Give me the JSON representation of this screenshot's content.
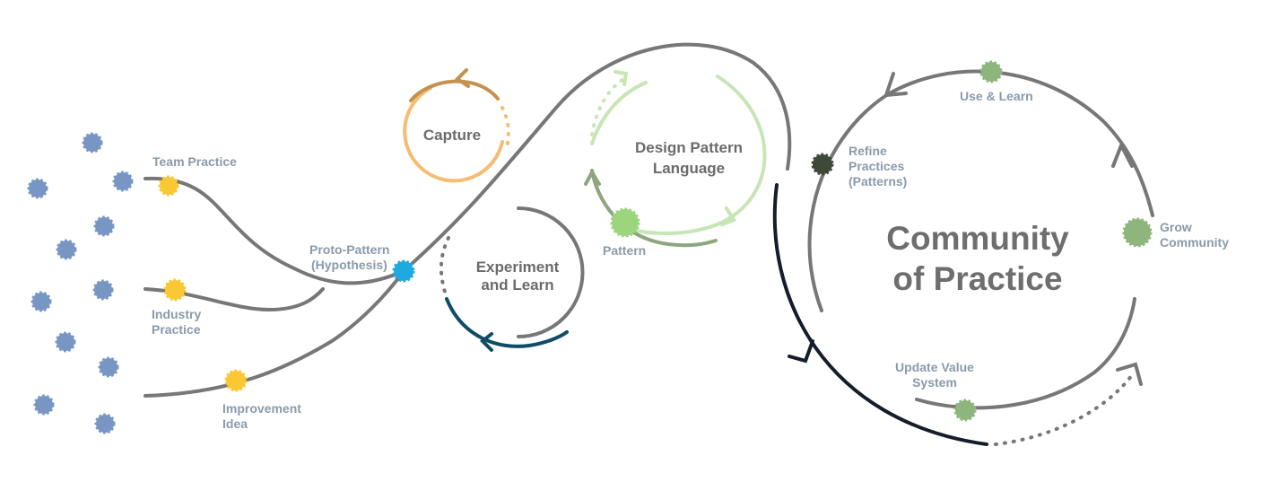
{
  "colors": {
    "source_node": "#7896c4",
    "input_node": "#f9c834",
    "proto_node": "#1fa9e1",
    "pattern_node": "#9bd67c",
    "community_node": "#8db57c",
    "refine_node": "#3d4a3a",
    "line": "#777777",
    "capture_arc": "#f7bb73",
    "capture_arc_dark": "#c4914f",
    "experiment_arc": "#0f4c65",
    "design_arc": "#c7e5b5",
    "design_arc_dark": "#8ea67f",
    "community_arc": "#141d2a"
  },
  "diagram": {
    "inputs": {
      "team_practice": "Team Practice",
      "industry_practice": [
        "Industry",
        "Practice"
      ],
      "improvement_idea": [
        "Improvement",
        "Idea"
      ]
    },
    "proto_pattern": [
      "Proto-Pattern",
      "(Hypothesis)"
    ],
    "capture": "Capture",
    "experiment": [
      "Experiment",
      "and Learn"
    ],
    "design_pattern_language": [
      "Design Pattern",
      "Language"
    ],
    "pattern": "Pattern",
    "community": {
      "title": [
        "Community",
        "of Practice"
      ],
      "use_learn": "Use & Learn",
      "refine": [
        "Refine",
        "Practices",
        "(Patterns)"
      ],
      "grow": [
        "Grow",
        "Community"
      ],
      "update": [
        "Update Value",
        "System"
      ]
    }
  }
}
